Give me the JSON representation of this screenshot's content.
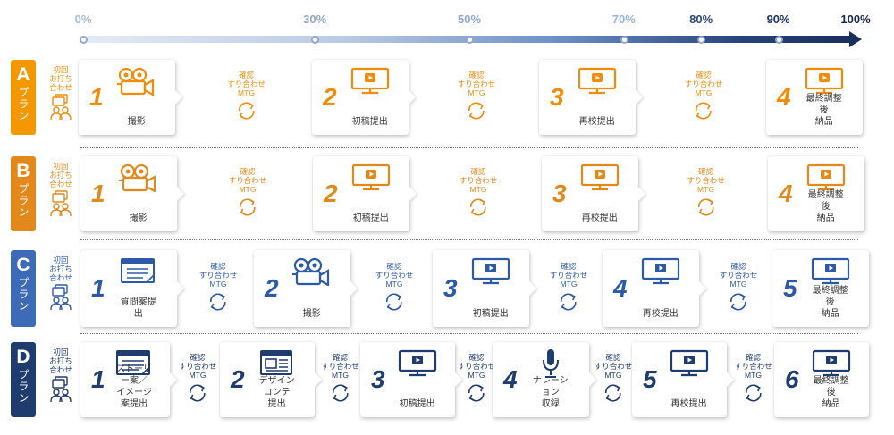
{
  "timeline": {
    "ticks": [
      {
        "label": "0%",
        "pct": 0,
        "color": "#a9bad6"
      },
      {
        "label": "30%",
        "pct": 30,
        "color": "#93a7c8"
      },
      {
        "label": "50%",
        "pct": 50,
        "color": "#89a9d9"
      },
      {
        "label": "70%",
        "pct": 70,
        "color": "#94b4e2"
      },
      {
        "label": "80%",
        "pct": 80,
        "color": "#2c4a80"
      },
      {
        "label": "90%",
        "pct": 90,
        "color": "#1e3566"
      },
      {
        "label": "100%",
        "pct": 100,
        "color": "#17284f"
      }
    ]
  },
  "meeting_label": "初回\nお打ち\n合わせ",
  "connector_label": "確認\nすり合わせ\nMTG",
  "plans": [
    {
      "letter": "A",
      "sub": "プラン",
      "color": "#f39800",
      "text_color": "#f08c0a",
      "steps": [
        {
          "num": "1",
          "icon": "movie-camera-icon",
          "caption": "撮影"
        },
        {
          "num": "2",
          "icon": "monitor-play-icon",
          "caption": "初稿提出"
        },
        {
          "num": "3",
          "icon": "monitor-play-icon",
          "caption": "再校提出"
        },
        {
          "num": "4",
          "icon": "monitor-play-icon",
          "caption": "最終調整後\n納品"
        }
      ]
    },
    {
      "letter": "B",
      "sub": "プラン",
      "color": "#e3891b",
      "text_color": "#e08a1e",
      "steps": [
        {
          "num": "1",
          "icon": "movie-camera-icon",
          "caption": "撮影"
        },
        {
          "num": "2",
          "icon": "monitor-play-icon",
          "caption": "初稿提出"
        },
        {
          "num": "3",
          "icon": "monitor-play-icon",
          "caption": "再校提出"
        },
        {
          "num": "4",
          "icon": "monitor-play-icon",
          "caption": "最終調整後\n納品"
        }
      ]
    },
    {
      "letter": "C",
      "sub": "プラン",
      "color": "#3d6bb8",
      "text_color": "#2d5aa8",
      "steps": [
        {
          "num": "1",
          "icon": "document-icon",
          "caption": "質問案提出"
        },
        {
          "num": "2",
          "icon": "movie-camera-icon",
          "caption": "撮影"
        },
        {
          "num": "3",
          "icon": "monitor-play-icon",
          "caption": "初稿提出"
        },
        {
          "num": "4",
          "icon": "monitor-play-icon",
          "caption": "再校提出"
        },
        {
          "num": "5",
          "icon": "monitor-play-icon",
          "caption": "最終調整後\n納品"
        }
      ]
    },
    {
      "letter": "D",
      "sub": "プラン",
      "color": "#1f3c6e",
      "text_color": "#1f3c6e",
      "steps": [
        {
          "num": "1",
          "icon": "document-icon",
          "caption": "ストーリー案／\nイメージ案提出"
        },
        {
          "num": "2",
          "icon": "layout-document-icon",
          "caption": "デザインコンテ\n提出"
        },
        {
          "num": "3",
          "icon": "monitor-play-icon",
          "caption": "初稿提出"
        },
        {
          "num": "4",
          "icon": "microphone-icon",
          "caption": "ナレーション\n収録"
        },
        {
          "num": "5",
          "icon": "monitor-play-icon",
          "caption": "再校提出"
        },
        {
          "num": "6",
          "icon": "monitor-play-icon",
          "caption": "最終調整後\n納品"
        }
      ]
    }
  ]
}
